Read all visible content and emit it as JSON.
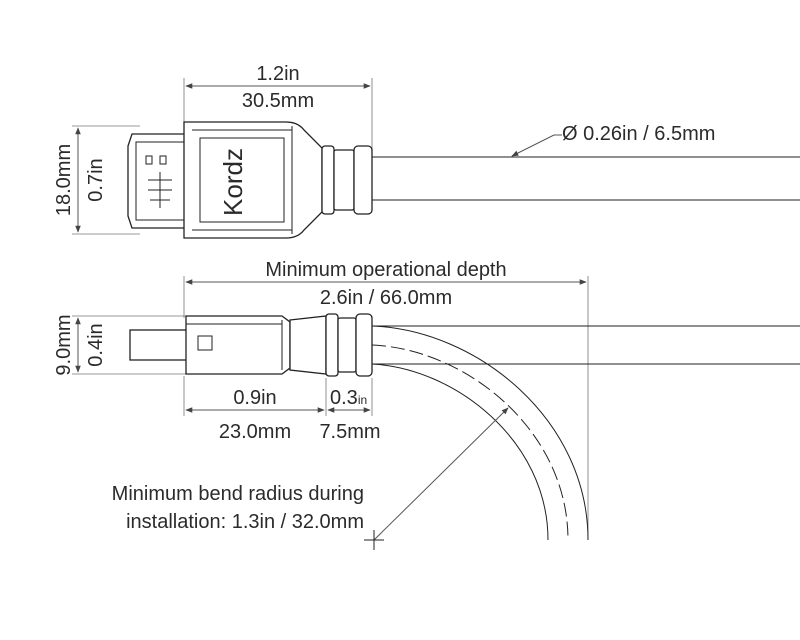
{
  "top_view": {
    "length_in": "1.2in",
    "length_mm": "30.5mm",
    "height_mm": "18.0mm",
    "height_in": "0.7in",
    "cable_diameter": "Ø 0.26in / 6.5mm",
    "brand": "Kordz"
  },
  "side_view": {
    "depth_title": "Minimum operational depth",
    "depth_value": "2.6in / 66.0mm",
    "height_mm": "9.0mm",
    "height_in": "0.4in",
    "connector_in": "0.9in",
    "connector_mm": "23.0mm",
    "strain_in_value": "0.3",
    "strain_in_unit": "in",
    "strain_mm": "7.5mm"
  },
  "bend": {
    "line1": "Minimum bend radius during",
    "line2": "installation: 1.3in / 32.0mm"
  }
}
